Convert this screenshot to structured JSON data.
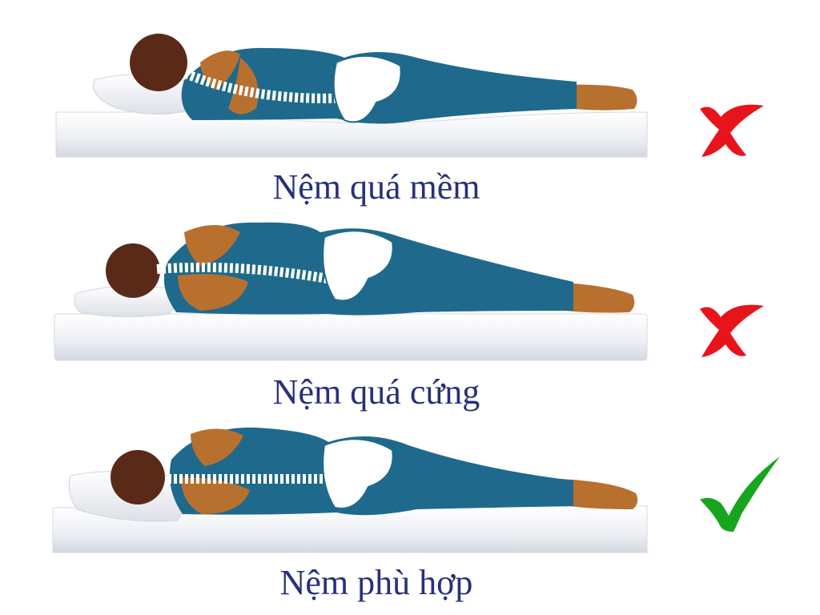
{
  "panels": [
    {
      "caption": "Nệm quá mềm",
      "verdict": "incorrect",
      "mark_icon": "red-x-icon",
      "mark_color": "#e8141c"
    },
    {
      "caption": "Nệm quá cứng",
      "verdict": "incorrect",
      "mark_icon": "red-x-icon",
      "mark_color": "#e8141c"
    },
    {
      "caption": "Nệm phù hợp",
      "verdict": "correct",
      "mark_icon": "green-check-icon",
      "mark_color": "#16a51d"
    }
  ],
  "colors": {
    "caption": "#27307a",
    "clothing": "#1f6a8c",
    "skin": "#b8702f",
    "hair": "#5a2a19",
    "bone": "#ffffff",
    "mattress": "#eef0f4",
    "pillow": "#f6f7fa"
  }
}
